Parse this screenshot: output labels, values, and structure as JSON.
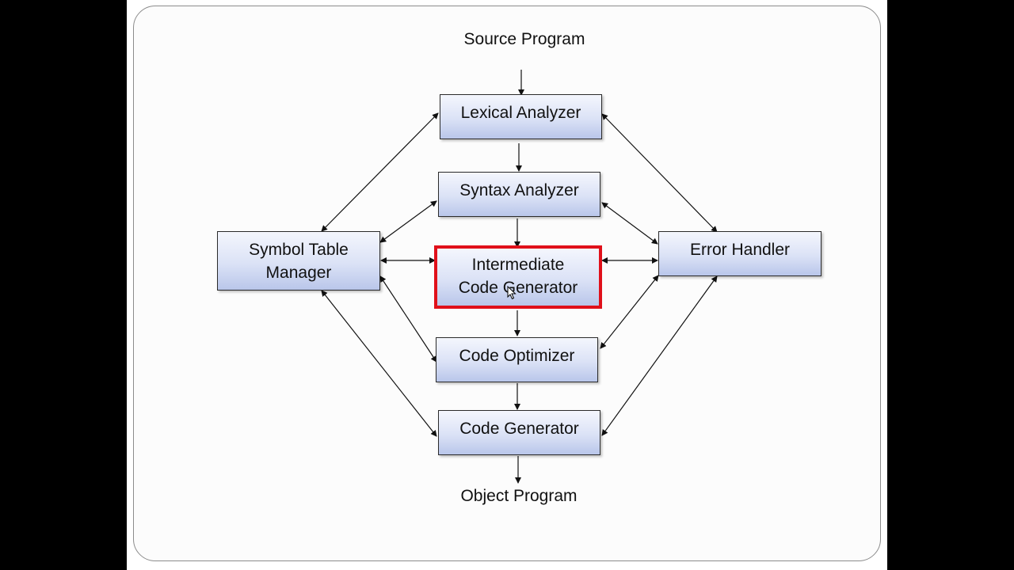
{
  "diagram": {
    "input_label": "Source Program",
    "output_label": "Object Program",
    "phases": {
      "lexical": "Lexical Analyzer",
      "syntax": "Syntax Analyzer",
      "intermediate": "Intermediate\nCode Generator",
      "optimizer": "Code Optimizer",
      "generator": "Code Generator"
    },
    "side_components": {
      "symbol_table": "Symbol Table\nManager",
      "error_handler": "Error Handler"
    },
    "highlighted_phase": "intermediate",
    "colors": {
      "highlight_border": "#e0101a",
      "box_fill_top": "#f4f6fd",
      "box_fill_bottom": "#b9c6ea"
    }
  }
}
